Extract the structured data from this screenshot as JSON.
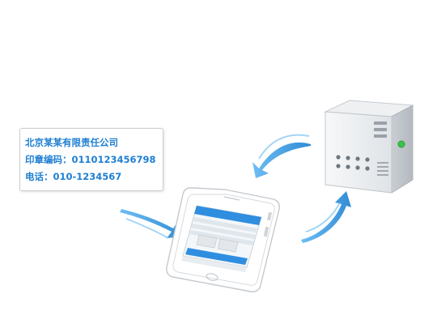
{
  "card": {
    "company": "北京某某有限责任公司",
    "seal_code": "印章编码：0110123456798",
    "phone": "电话：010-1234567"
  },
  "colors": {
    "card_text": "#1f7fd1",
    "arrow": "#1e88d8",
    "phone_outline": "#c4c9ce",
    "app_header": "#2f8ee0",
    "server_body": "#e9ecef"
  },
  "icons": [
    "server-icon",
    "smartphone-icon",
    "arrow-icon"
  ]
}
